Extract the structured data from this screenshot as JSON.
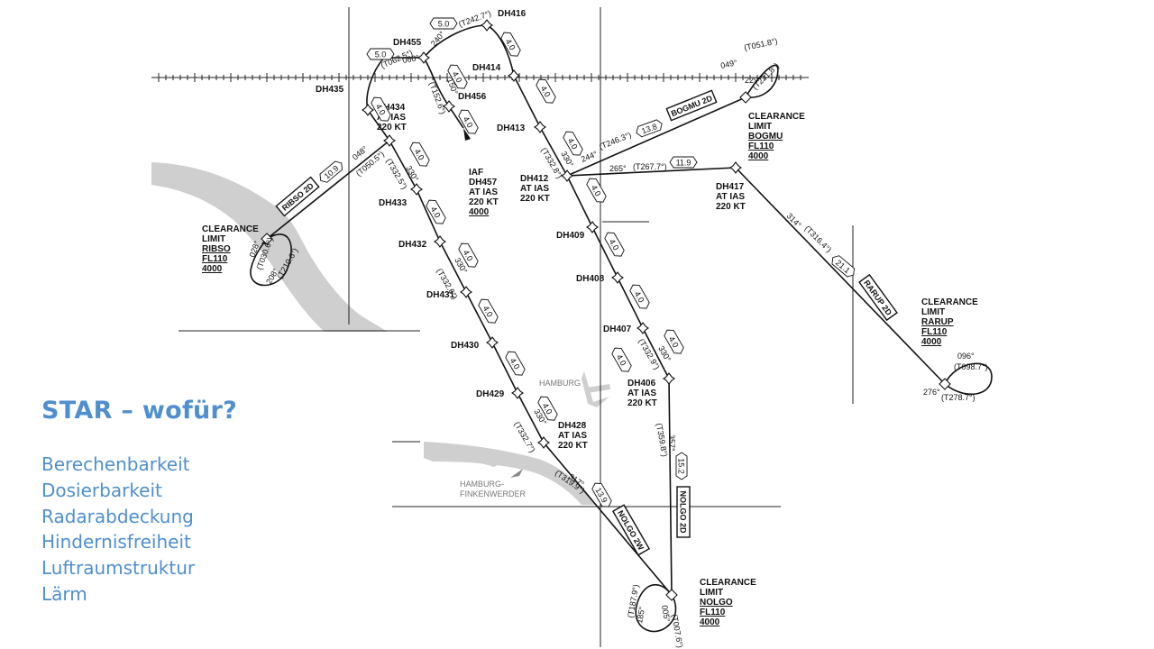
{
  "slide": {
    "title": "STAR – wofür?",
    "items": [
      "Berechenbarkeit",
      "Dosierbarkeit",
      "Radarabdeckung",
      "Hindernisfreiheit",
      "Luftraumstruktur",
      "Lärm"
    ],
    "accent_color": "#4f8fd0"
  },
  "chart": {
    "waypoints": [
      {
        "id": "DH416",
        "lines": [
          "DH416"
        ]
      },
      {
        "id": "DH455",
        "lines": [
          "DH455"
        ]
      },
      {
        "id": "DH435",
        "lines": [
          "DH435"
        ]
      },
      {
        "id": "DH414",
        "lines": [
          "DH414"
        ]
      },
      {
        "id": "DH456",
        "lines": [
          "DH456"
        ]
      },
      {
        "id": "DH434",
        "lines": [
          "DH434",
          "AT IAS",
          "220 KT"
        ]
      },
      {
        "id": "DH413",
        "lines": [
          "DH413"
        ]
      },
      {
        "id": "IAF",
        "lines": [
          "IAF",
          "DH457",
          "AT IAS",
          "220 KT",
          "4000"
        ]
      },
      {
        "id": "DH412",
        "lines": [
          "DH412",
          "AT IAS",
          "220 KT"
        ]
      },
      {
        "id": "DH433",
        "lines": [
          "DH433"
        ]
      },
      {
        "id": "DH409",
        "lines": [
          "DH409"
        ]
      },
      {
        "id": "DH432",
        "lines": [
          "DH432"
        ]
      },
      {
        "id": "DH408",
        "lines": [
          "DH408"
        ]
      },
      {
        "id": "DH431",
        "lines": [
          "DH431"
        ]
      },
      {
        "id": "DH407",
        "lines": [
          "DH407"
        ]
      },
      {
        "id": "DH430",
        "lines": [
          "DH430"
        ]
      },
      {
        "id": "DH406",
        "lines": [
          "DH406",
          "AT IAS",
          "220 KT"
        ]
      },
      {
        "id": "DH429",
        "lines": [
          "DH429"
        ]
      },
      {
        "id": "DH428",
        "lines": [
          "DH428",
          "AT IAS",
          "220 KT"
        ]
      },
      {
        "id": "DH417",
        "lines": [
          "DH417",
          "AT IAS",
          "220 KT"
        ]
      }
    ],
    "clearance_limits": [
      {
        "id": "RIBSO",
        "lines": [
          "CLEARANCE",
          "LIMIT",
          "RIBSO",
          "FL110",
          "4000"
        ]
      },
      {
        "id": "BOGMU",
        "lines": [
          "CLEARANCE",
          "LIMIT",
          "BOGMU",
          "FL110",
          "4000"
        ]
      },
      {
        "id": "RARUP",
        "lines": [
          "CLEARANCE",
          "LIMIT",
          "RARUP",
          "FL110",
          "4000"
        ]
      },
      {
        "id": "NOLGO",
        "lines": [
          "CLEARANCE",
          "LIMIT",
          "NOLGO",
          "FL110",
          "4000"
        ]
      }
    ],
    "route_names": [
      "RIBSO 2D",
      "BOGMU 2D",
      "RARUP 2D",
      "NOLGO 2W",
      "NOLGO 2D"
    ],
    "distances": [
      "5.0",
      "5.0",
      "4.0",
      "4.0",
      "4.0",
      "4.0",
      "4.0",
      "4.0",
      "4.0",
      "4.0",
      "4.0",
      "4.0",
      "4.0",
      "4.0",
      "4.0",
      "4.0",
      "4.0",
      "4.0",
      "4.0",
      "10.9",
      "13.8",
      "11.9",
      "21.1",
      "13.9",
      "15.2"
    ],
    "bearings": [
      "060°",
      "(T062.5°)",
      "240°",
      "(T242.7°)",
      "150°",
      "(T152.6°)",
      "048°",
      "(T050.5°)",
      "330°",
      "(T332.5°)",
      "330°",
      "(T332.6°)",
      "330°",
      "(T332.7°)",
      "330°",
      "(T332.8°)",
      "330°",
      "(T332.9°)",
      "244°",
      "(T246.3°)",
      "265°",
      "(T267.7°)",
      "314°",
      "(T316.4°)",
      "317°",
      "(T319.9°)",
      "357°",
      "(T359.8°)",
      "028°",
      "(T030.6°)",
      "208°",
      "(T210.6°)",
      "049°",
      "(T051.8°)",
      "229°",
      "(T231.8°)",
      "096°",
      "(T098.7°)",
      "276°",
      "(T278.7°)",
      "005°",
      "(T007.6°)",
      "185°",
      "(T187.9°)"
    ],
    "city_labels": [
      "HAMBURG",
      "HAMBURG-",
      "FINKENWERDER"
    ],
    "colors": {
      "ink": "#111111",
      "land": "#cfcfcf",
      "city": "#777777"
    }
  }
}
